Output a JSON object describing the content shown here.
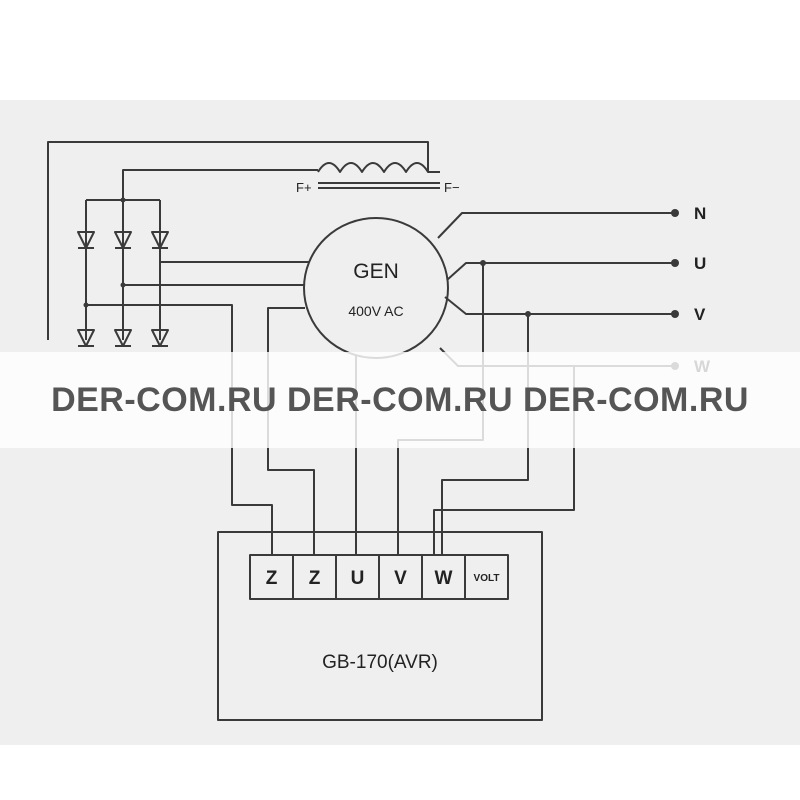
{
  "diagram": {
    "generator_label": "GEN",
    "generator_voltage": "400V AC",
    "field_plus": "F+",
    "field_minus": "F−",
    "terminals_out": {
      "n": "N",
      "u": "U",
      "v": "V",
      "w": "W"
    },
    "avr": {
      "label": "GB-170(AVR)",
      "terminals": [
        "Z",
        "Z",
        "U",
        "V",
        "W",
        "VOLT"
      ]
    }
  },
  "watermark": "DER-COM.RU DER-COM.RU DER-COM.RU",
  "colors": {
    "wire": "#3a3a3a",
    "paper": "#efefef",
    "watermark_text": "#555555"
  }
}
